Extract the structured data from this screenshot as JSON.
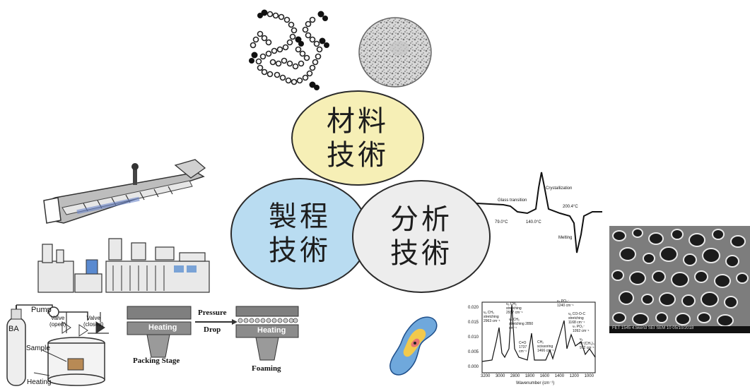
{
  "circles": {
    "material": {
      "label": "材料\n技術",
      "color": "#f6efb6"
    },
    "process": {
      "label": "製程\n技術",
      "color": "#b9dcf1"
    },
    "analysis": {
      "label": "分析\n技術",
      "color": "#ededed"
    }
  },
  "foam_process": {
    "pressure": "Pressure",
    "drop": "Drop",
    "heating_left": "Heating",
    "heating_right": "Heating",
    "packing": "Packing Stage",
    "foaming": "Foaming"
  },
  "apparatus": {
    "pump": "Pump",
    "valve_open": "Valve",
    "valve_open_sub": "(open)",
    "valve_closed": "Valve",
    "valve_closed_sub": "(closed)",
    "ba": "BA",
    "sample": "Sample",
    "heating": "Heating"
  },
  "dsc": {
    "glass": "Glass transition",
    "cryst": "Crystallization",
    "melting": "Melting",
    "t1": "79.0°C",
    "t2": "140.0°C",
    "t3": "200.4°C"
  },
  "ftir": {
    "xlabel": "Wavenumber (cm⁻¹)",
    "xticks": [
      "3200",
      "3000",
      "2800",
      "1800",
      "1600",
      "1400",
      "1200",
      "1000"
    ],
    "yticks": [
      "0.020",
      "0.015",
      "0.010",
      "0.005",
      "0.000"
    ],
    "annotations": [
      "νₐ CH₂ stretching 2917 cm⁻¹",
      "νₐ CH₃ stretching 2963 cm⁻¹",
      "νₛ CH₂ stretching 2850 cm⁻¹",
      "C=O 1737 cm⁻¹",
      "CH₂ scissoring 1466 cm⁻¹",
      "νₐ PO₂⁻ 1240 cm⁻¹",
      "νₐ CO-O-C stretching 1168 cm⁻¹",
      "νₛ PO₂⁻ 1092 cm⁻¹",
      "νₐ N⁺(CH₃)₃ 972 cm⁻¹"
    ]
  },
  "sem": {
    "caption": "FET 1545 4.5ken3 SEI SEM 10 05/10/2018"
  }
}
